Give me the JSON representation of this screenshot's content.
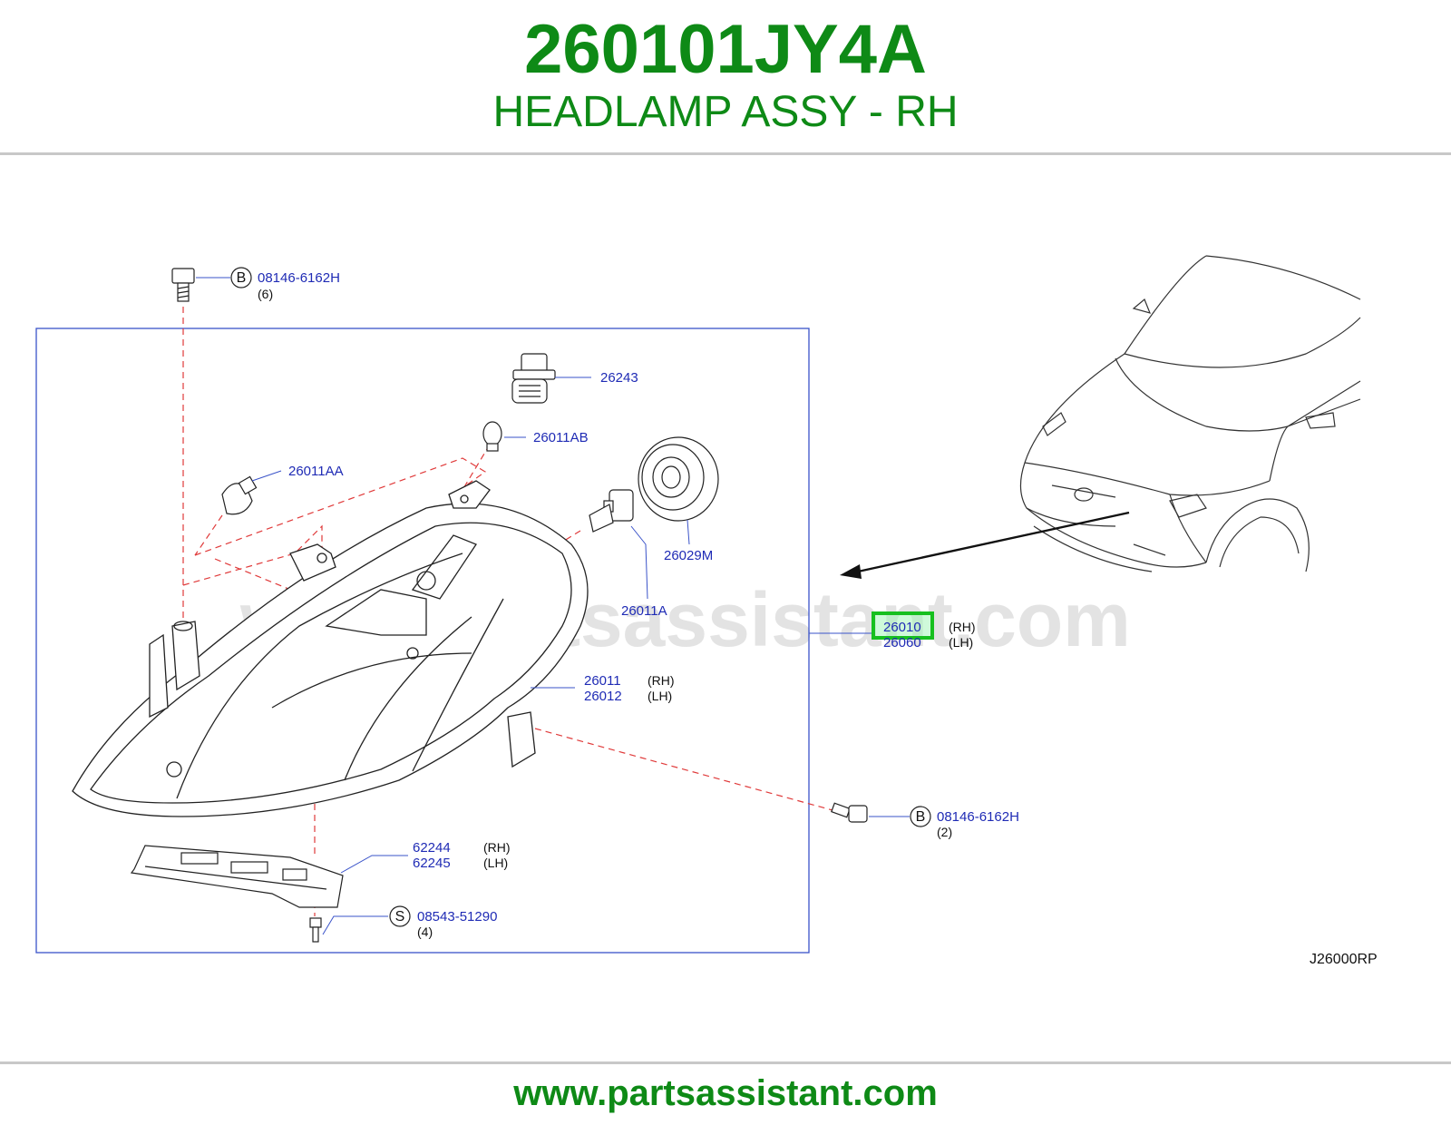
{
  "header": {
    "part_number": "260101JY4A",
    "part_name": "HEADLAMP ASSY - RH"
  },
  "diagram": {
    "watermark": "www.partsassistant.com",
    "drawing_code": "J26000RP",
    "callouts": [
      {
        "id": "bolt-top",
        "letter": "B",
        "number": "08146-6162H",
        "qty": "(6)"
      },
      {
        "id": "bolt-right",
        "letter": "B",
        "number": "08146-6162H",
        "qty": "(2)"
      },
      {
        "id": "screw-bottom",
        "letter": "S",
        "number": "08543-51290",
        "qty": "(4)"
      }
    ],
    "labels": {
      "socket": "26243",
      "bulb_ab": "26011AB",
      "bulb_aa": "26011AA",
      "cap": "26029M",
      "bulb_a": "26011A",
      "assy_rh": "26010",
      "assy_lh": "26060",
      "housing_rh": "26011",
      "housing_lh": "26012",
      "bracket_rh": "62244",
      "bracket_lh": "62245",
      "rh": "(RH)",
      "lh": "(LH)"
    },
    "colors": {
      "highlight": "#17c01f",
      "label": "#1f2bb5",
      "frame": "#3a53c9",
      "dash": "#e03a3a"
    }
  },
  "footer": {
    "url": "www.partsassistant.com"
  }
}
